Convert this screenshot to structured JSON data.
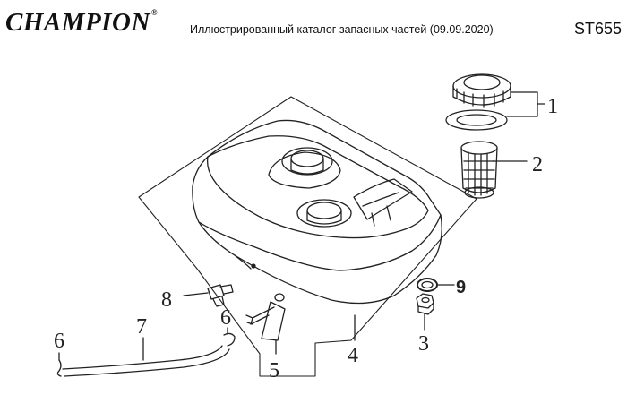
{
  "header": {
    "brand": "CHAMPION",
    "brand_mark": "®",
    "title": "Иллюстрированный каталог запасных частей (09.09.2020)",
    "model": "ST655"
  },
  "callouts": {
    "c1": "1",
    "c2": "2",
    "c3": "3",
    "c4": "4",
    "c5": "5",
    "c6a": "6",
    "c6b": "6",
    "c7": "7",
    "c8": "8",
    "c9": "9"
  }
}
